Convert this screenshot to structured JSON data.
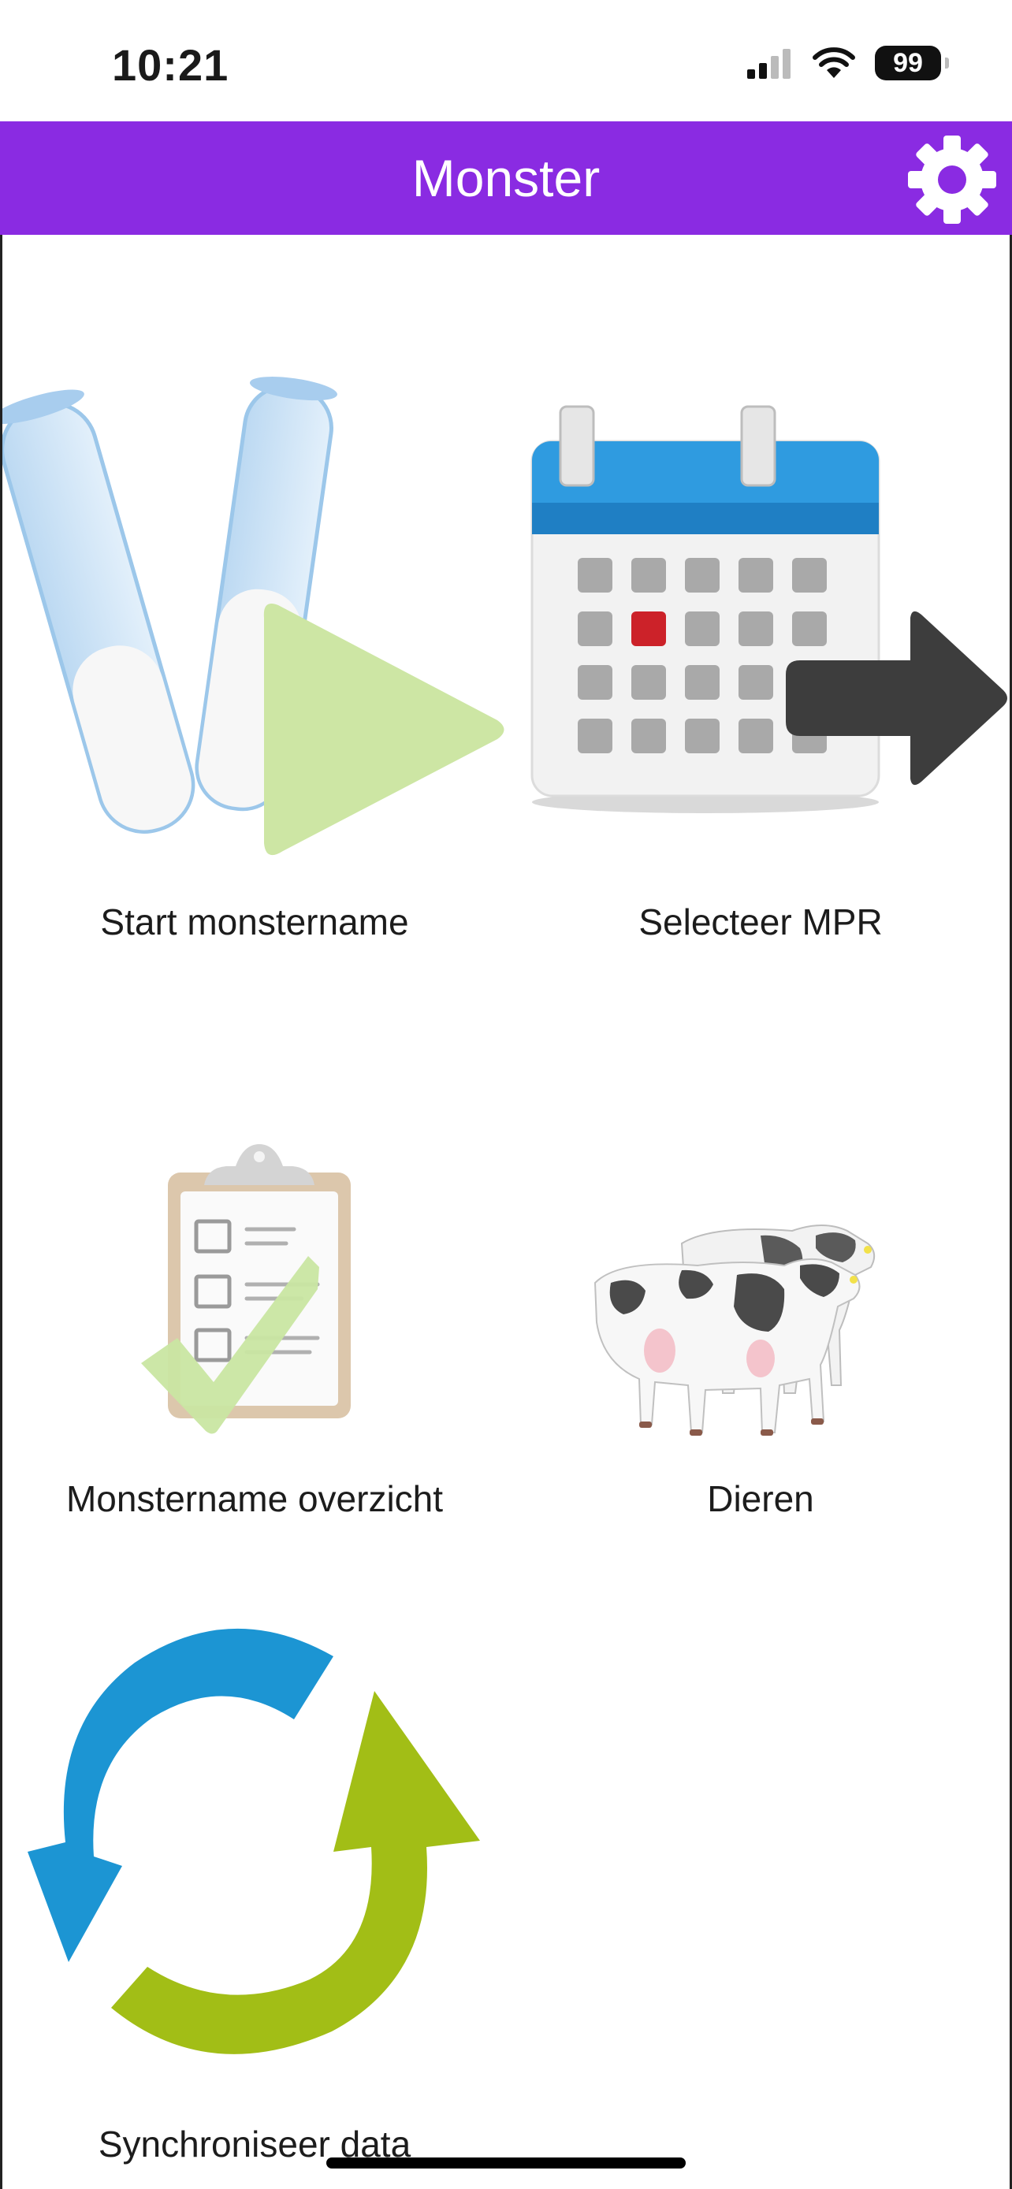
{
  "status_bar": {
    "time": "10:21",
    "battery": "99",
    "icons": [
      "cellular-signal-icon",
      "wifi-icon",
      "battery-icon"
    ]
  },
  "header": {
    "title": "Monster",
    "background_color": "#8a2be2",
    "settings_icon": "gear-icon"
  },
  "tiles": [
    {
      "label": "Start monstername",
      "icon": "test-tubes-play-icon"
    },
    {
      "label": "Selecteer MPR",
      "icon": "calendar-arrow-icon"
    },
    {
      "label": "Monstername overzicht",
      "icon": "clipboard-check-icon"
    },
    {
      "label": "Dieren",
      "icon": "cows-icon"
    },
    {
      "label": "Synchroniseer data",
      "icon": "sync-arrows-icon"
    }
  ]
}
